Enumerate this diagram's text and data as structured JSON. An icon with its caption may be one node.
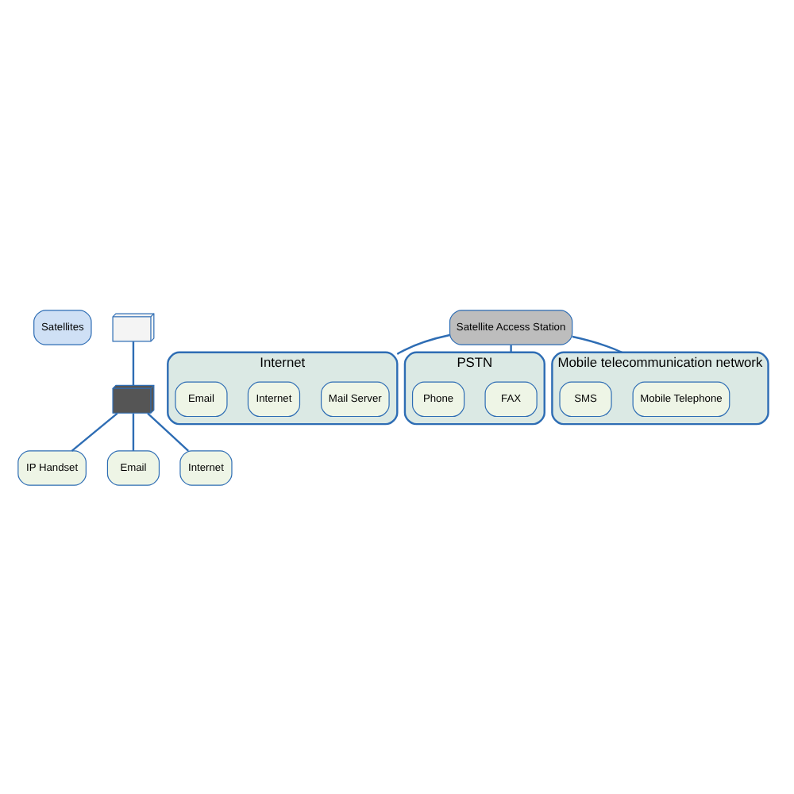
{
  "diagram": {
    "nodes": [
      {
        "text": [
          "Satellites"
        ]
      },
      {
        "text": [],
        "shape": "picture"
      },
      {
        "text": [],
        "shape": "picture"
      },
      {
        "text": [
          "IP Handset"
        ]
      },
      {
        "text": [
          "Email"
        ]
      },
      {
        "text": [
          "Internet"
        ]
      },
      {
        "text": [
          "Satellite Access Station"
        ]
      },
      {
        "text": [
          "Internet"
        ]
      },
      {
        "text": [
          "Mail Server"
        ],
        "in": 7
      },
      {
        "text": [
          "Internet"
        ],
        "in": 7
      },
      {
        "text": [
          "Email"
        ],
        "in": 7
      },
      {
        "text": [
          "PSTN"
        ]
      },
      {
        "text": [
          "FAX"
        ],
        "in": 11
      },
      {
        "text": [
          "Phone"
        ],
        "in": 11
      },
      {
        "text": [
          "Mobile telecommunication network"
        ]
      },
      {
        "text": [
          "Mobile Telephone"
        ],
        "in": 14
      },
      {
        "text": [
          "SMS"
        ],
        "in": 14
      }
    ],
    "edges": [
      {
        "from": 1,
        "to": 2,
        "arrow": "none"
      },
      {
        "from": 2,
        "to": 3,
        "arrow": "none"
      },
      {
        "from": 2,
        "to": 4,
        "arrow": "none"
      },
      {
        "from": 2,
        "to": 5,
        "arrow": "none"
      },
      {
        "from": 6,
        "to": 7,
        "arrow": "none"
      },
      {
        "from": 6,
        "to": 11,
        "arrow": "none"
      },
      {
        "from": 6,
        "to": 14,
        "arrow": "none"
      }
    ]
  }
}
